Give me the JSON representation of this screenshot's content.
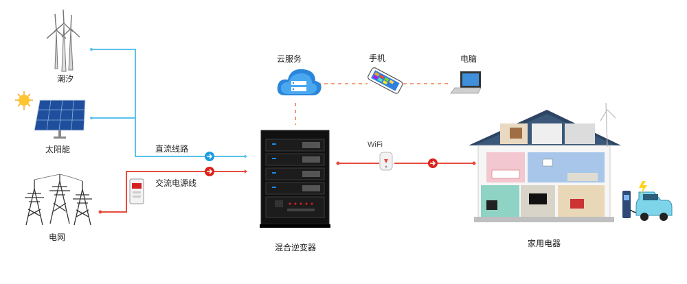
{
  "labels": {
    "tidal": "潮汐",
    "solar": "太阳能",
    "grid": "电网",
    "dc_line": "直流线路",
    "ac_line": "交流电源线",
    "cloud": "云服务",
    "phone": "手机",
    "computer": "电脑",
    "wifi": "WiFi",
    "inverter": "混合逆变器",
    "home": "家用电器"
  },
  "colors": {
    "dc": "#5bc1ec",
    "ac": "#e84a3c",
    "data": "#ef7f4d",
    "arrow_dc": "#1e9be0",
    "arrow_ac": "#d9231a"
  }
}
